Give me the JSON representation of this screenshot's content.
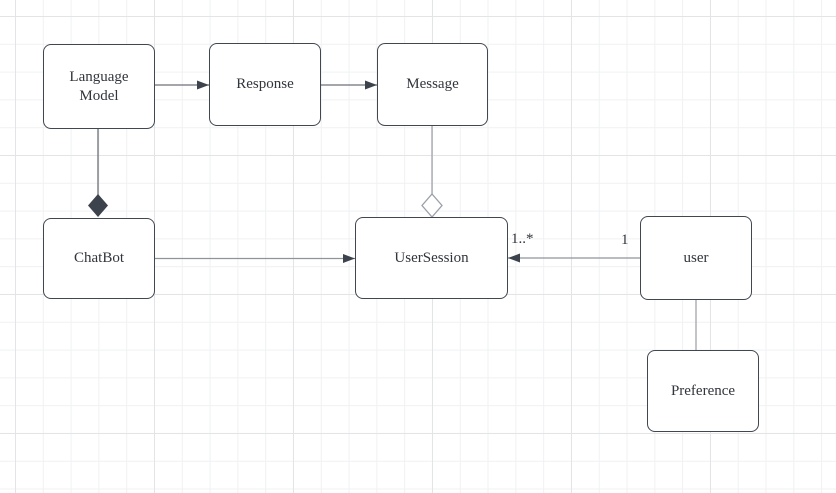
{
  "canvas": {
    "kind": "gridded diagram canvas (UML class/domain diagram)"
  },
  "colors": {
    "background": "#ffffff",
    "grid_minor": "#f0f1f2",
    "grid_major": "#e3e4e6",
    "node_fill": "#ffffff",
    "node_border": "#40474f",
    "text": "#31353c",
    "edge_dark": "#6d727a",
    "edge_light": "#a0a5ac",
    "arrowhead": "#3d434d",
    "composition_diamond_fill": "#3d434d",
    "aggregation_diamond_fill": "#ffffff"
  },
  "diagram": {
    "nodes": [
      {
        "id": "language-model",
        "label": "Language Model"
      },
      {
        "id": "response",
        "label": "Response"
      },
      {
        "id": "message",
        "label": "Message"
      },
      {
        "id": "chatbot",
        "label": "ChatBot"
      },
      {
        "id": "usersession",
        "label": "UserSession"
      },
      {
        "id": "user",
        "label": "user"
      },
      {
        "id": "preference",
        "label": "Preference"
      }
    ],
    "edges": [
      {
        "from": "Language Model",
        "to": "Response",
        "type": "arrow"
      },
      {
        "from": "Response",
        "to": "Message",
        "type": "arrow"
      },
      {
        "from": "Language Model",
        "to": "ChatBot",
        "type": "composition-filled-diamond"
      },
      {
        "from": "Message",
        "to": "UserSession",
        "type": "aggregation-hollow-diamond"
      },
      {
        "from": "ChatBot",
        "to": "UserSession",
        "type": "arrow"
      },
      {
        "from": "user",
        "to": "UserSession",
        "type": "arrow",
        "source_label": "1",
        "target_label": "1..*"
      },
      {
        "from": "user",
        "to": "Preference",
        "type": "line"
      }
    ]
  }
}
